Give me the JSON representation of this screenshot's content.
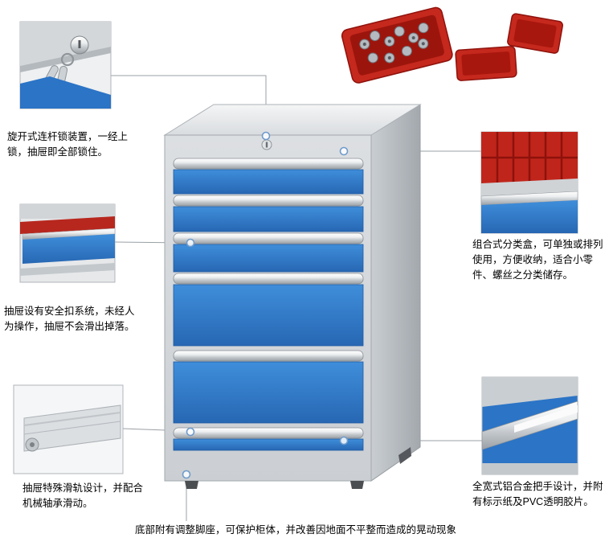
{
  "notes": {
    "lock": "旋开式连杆锁装置，一经上锁，抽屉即全部锁住。",
    "safety": "抽屉设有安全扣系统，未经人为操作，抽屉不会滑出掉落。",
    "slide": "抽屉特殊滑轨设计，并配合机械轴承滑动。",
    "bins": "组合式分类盒，可单独或排列使用，方便收纳，适合小零件、螺丝之分类储存。",
    "handle": "全宽式铝合金把手设计，并附有标示纸及PVC透明胶片。",
    "feet": "底部附有调整脚座，可保护柜体，并改善因地面不平整而造成的晃动现象"
  },
  "cabinet": {
    "drawer_count": 6,
    "body_color": "#d4d7da",
    "drawer_color": "#2e7bc9",
    "handle_color": "#d9dcdf"
  },
  "accent_colors": {
    "tray_red": "#c5281d",
    "marker_ring_blue": "#6f9bcb",
    "connector_gray": "#9aa0a5"
  }
}
